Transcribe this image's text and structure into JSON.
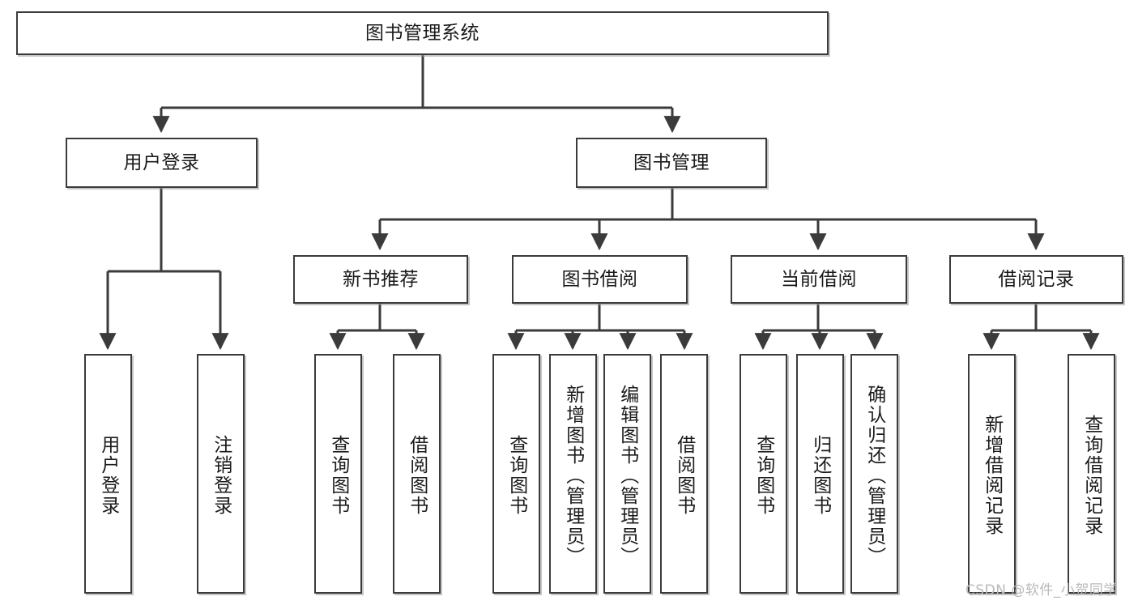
{
  "diagram": {
    "type": "hierarchy-tree",
    "title": "图书管理系统",
    "root": {
      "label": "图书管理系统",
      "children": [
        {
          "label": "用户登录",
          "children": [
            {
              "label": "用户登录"
            },
            {
              "label": "注销登录"
            }
          ]
        },
        {
          "label": "图书管理",
          "children": [
            {
              "label": "新书推荐",
              "children": [
                {
                  "label": "查询图书"
                },
                {
                  "label": "借阅图书"
                }
              ]
            },
            {
              "label": "图书借阅",
              "children": [
                {
                  "label": "查询图书"
                },
                {
                  "label": "新增图书（管理员）"
                },
                {
                  "label": "编辑图书（管理员）"
                },
                {
                  "label": "借阅图书"
                }
              ]
            },
            {
              "label": "当前借阅",
              "children": [
                {
                  "label": "查询图书"
                },
                {
                  "label": "归还图书"
                },
                {
                  "label": "确认归还（管理员）"
                }
              ]
            },
            {
              "label": "借阅记录",
              "children": [
                {
                  "label": "新增借阅记录"
                },
                {
                  "label": "查询借阅记录"
                }
              ]
            }
          ]
        }
      ]
    }
  },
  "nodes": {
    "root": "图书管理系统",
    "l1_user_login": "用户登录",
    "l1_book_manage": "图书管理",
    "l2_new_book": "新书推荐",
    "l2_book_borrow": "图书借阅",
    "l2_current_borrow": "当前借阅",
    "l2_borrow_record": "借阅记录",
    "leaf_user_login": "用户登录",
    "leaf_logout": "注销登录",
    "leaf_nb_query": "查询图书",
    "leaf_nb_borrow": "借阅图书",
    "leaf_bb_query": "查询图书",
    "leaf_bb_add": "新增图书（管理员）",
    "leaf_bb_edit": "编辑图书（管理员）",
    "leaf_bb_borrow": "借阅图书",
    "leaf_cb_query": "查询图书",
    "leaf_cb_return": "归还图书",
    "leaf_cb_confirm": "确认归还（管理员）",
    "leaf_br_add": "新增借阅记录",
    "leaf_br_query": "查询借阅记录"
  },
  "watermark": {
    "text": "CSDN @软件_小贺同学"
  },
  "colors": {
    "stroke": "#3b3b3b",
    "text": "#1b1b1b",
    "background": "#ffffff",
    "watermark": "#b9b9b9"
  }
}
